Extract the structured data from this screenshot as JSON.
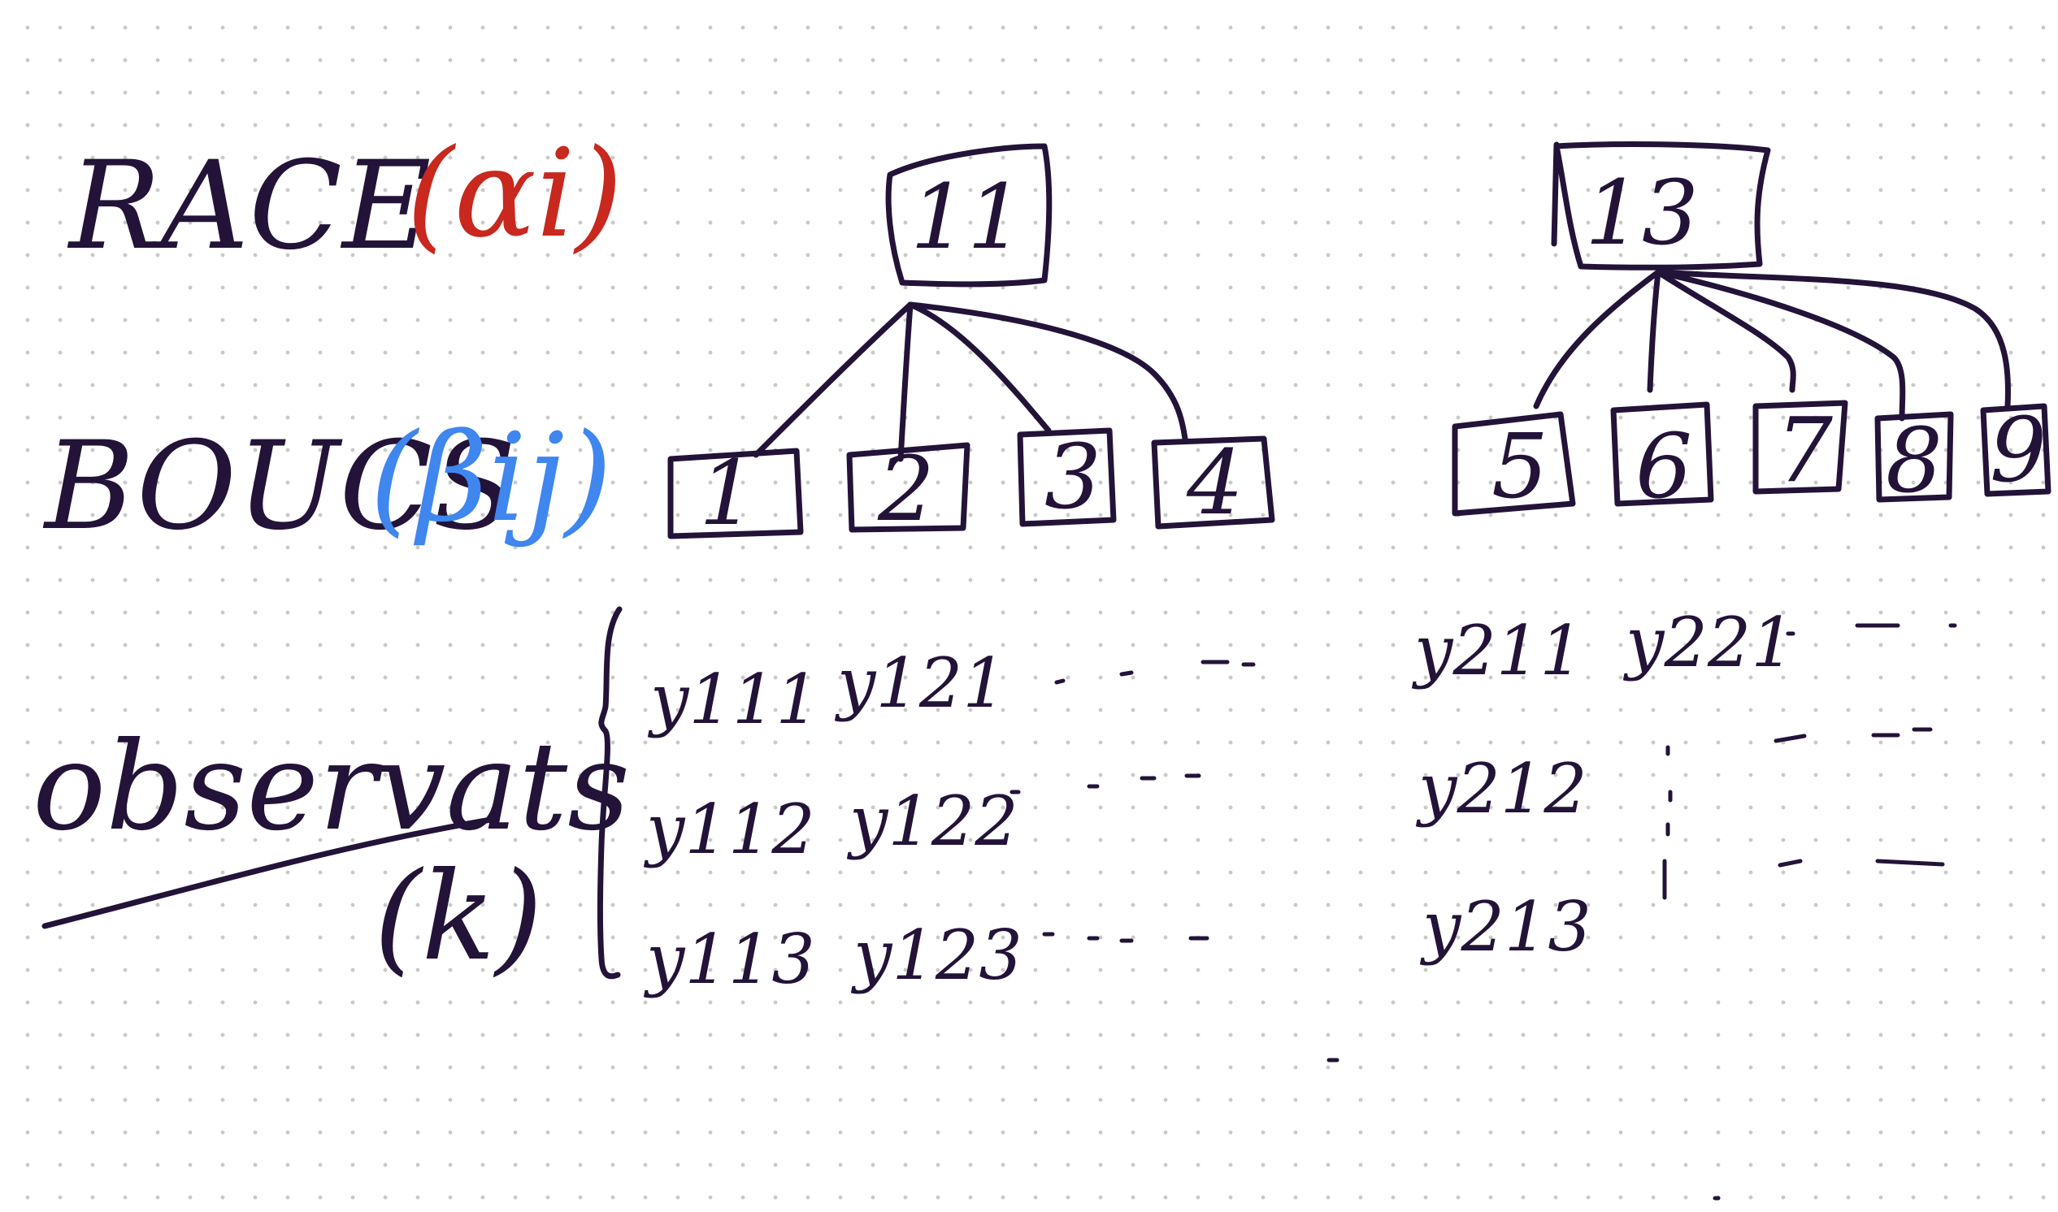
{
  "colors": {
    "ink": "#231338",
    "race_param": "#c8281e",
    "boucs_param": "#3f86ef",
    "paper": "#ffffff",
    "dots": "#c9c9c9"
  },
  "levels": {
    "race": {
      "label": "RACE",
      "param": "(αi)"
    },
    "boucs": {
      "label": "BOUCS",
      "param": "(βij)"
    },
    "observations": {
      "label": "observats",
      "param": "(k)"
    }
  },
  "tree": {
    "left": {
      "root": "11",
      "children": [
        "1",
        "2",
        "3",
        "4"
      ]
    },
    "right": {
      "root": "13",
      "children": [
        "5",
        "6",
        "7",
        "8",
        "9"
      ]
    }
  },
  "observations": {
    "left": {
      "col1": [
        "y111",
        "y112",
        "y113"
      ],
      "col2": [
        "y121",
        "y122",
        "y123"
      ]
    },
    "right": {
      "col1": [
        "y211",
        "y212",
        "y213"
      ],
      "col2": [
        "y221"
      ]
    }
  }
}
